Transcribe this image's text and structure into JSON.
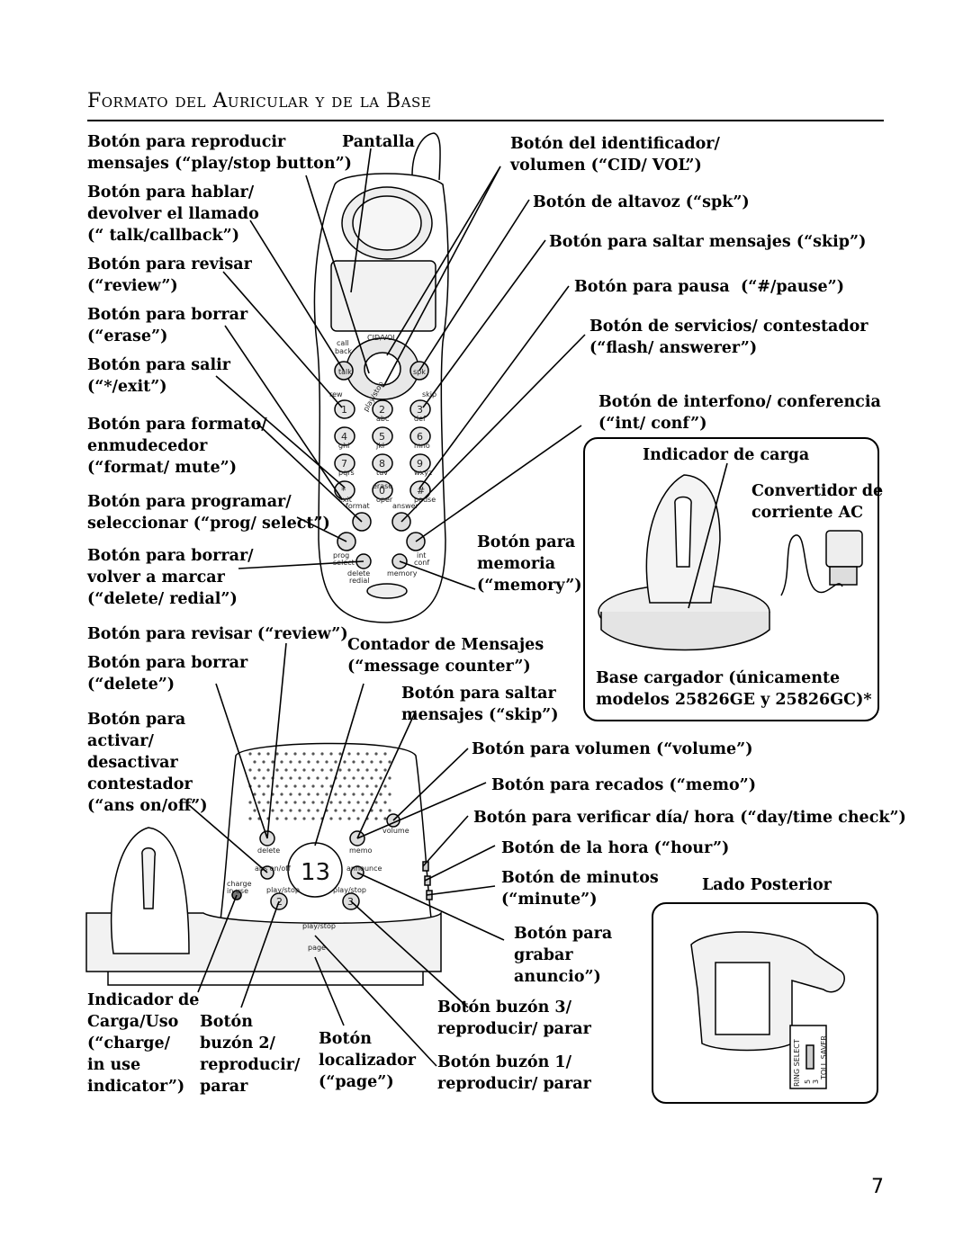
{
  "title": "Formato del Auricular y de la Base",
  "page_number": "7",
  "handset_labels": {
    "play_stop": "Botón para reproducir\nmensajes (“play/stop button”)",
    "display": "Pantalla",
    "talk": "Botón para hablar/\ndevolver el llamado\n(“ talk/callback”)",
    "review": "Botón para revisar\n(“review”)",
    "erase": "Botón para borrar\n(“erase”)",
    "exit": "Botón para salir\n(“*/exit”)",
    "format": "Botón para formato/\nenmudecedor\n(“format/ mute”)",
    "prog": "Botón para programar/\nseleccionar (“prog/ select”)",
    "delete_redial": "Botón para borrar/\nvolver a marcar\n(“delete/ redial”)",
    "cid_vol": "Botón del identificador/\nvolumen (“CID/ VOL”)",
    "spk": "Botón de altavoz (“spk”)",
    "skip": "Botón para saltar mensajes (“skip”)",
    "pause": "Botón para pausa  (“#/pause”)",
    "flash": "Botón de servicios/ contestador\n(“flash/ answerer”)",
    "int_conf": "Botón de interfono/ conferencia\n(“int/ conf”)",
    "memory": "Botón para\nmemoria\n(“memory”)"
  },
  "charger_box": {
    "charge_indicator": "Indicador de carga",
    "ac_adapter": "Convertidor de\ncorriente AC",
    "caption": "Base cargador (únicamente\nmodelos 25826GE y 25826GC)*"
  },
  "base_labels": {
    "review": "Botón para revisar (“review”)",
    "delete": "Botón para borrar\n(“delete”)",
    "ans_onoff": "Botón para\nactivar/\ndesactivar\ncontestador\n(“ans on/off”)",
    "message_counter": "Contador de Mensajes\n(“message counter”)",
    "skip": "Botón para saltar\nmensajes (“skip”)",
    "volume": "Botón para volumen (“volume”)",
    "memo": "Botón para recados (“memo”)",
    "day_time": "Botón para verificar día/ hora (“day/time check”)",
    "hour": "Botón de la hora (“hour”)",
    "minute": "Botón de minutos\n(“minute”)",
    "announce": "Botón para\ngrabar\nanuncio”)",
    "mailbox3": "Botón buzón 3/\nreproducir/ parar",
    "mailbox1": "Botón buzón 1/\nreproducir/ parar",
    "charge_in_use": "Indicador de\nCarga/Uso\n(“charge/\nin use\nindicator”)",
    "mailbox2": "Botón\nbuzón 2/\nreproducir/\nparar",
    "page": "Botón\nlocalizador\n(“page”)",
    "rear_side": "Lado Posterior"
  },
  "handset_keys": {
    "cid_vol": "CID/VOL",
    "call_back": "call\nback",
    "talk": "talk",
    "spk": "spk",
    "rew": "rew",
    "skip": "skip",
    "play_stop": "play/stop",
    "keypad": [
      {
        "d": "1",
        "s": ""
      },
      {
        "d": "2",
        "s": "abc"
      },
      {
        "d": "3",
        "s": "def"
      },
      {
        "d": "4",
        "s": "ghi"
      },
      {
        "d": "5",
        "s": "jkl"
      },
      {
        "d": "6",
        "s": "mno"
      },
      {
        "d": "7",
        "s": "pqrs"
      },
      {
        "d": "8",
        "s": "tuv"
      },
      {
        "d": "9",
        "s": "wxyz"
      },
      {
        "d": "*",
        "s": "exit"
      },
      {
        "d": "0",
        "s": "oper"
      },
      {
        "d": "#",
        "s": "pause"
      }
    ],
    "erase": "erase",
    "format": "format",
    "answer": "answer",
    "prog_select": "prog\nselect",
    "int_conf": "int\nconf",
    "delete_redial": "delete\nredial",
    "memory": "memory"
  },
  "base_keys": {
    "counter": "13",
    "delete": "delete",
    "memo": "memo",
    "volume": "volume",
    "ans_onoff": "ans on/off",
    "announce": "announce",
    "charge_in_use": "charge\nin use",
    "play_stop": "play/stop",
    "page": "page",
    "mailbox2": "2",
    "mailbox3": "3"
  },
  "rear_switch": {
    "ring_select": "RING SELECT",
    "toll_saver": "TOLL SAVER",
    "pos_5": "5",
    "pos_3": "3"
  }
}
